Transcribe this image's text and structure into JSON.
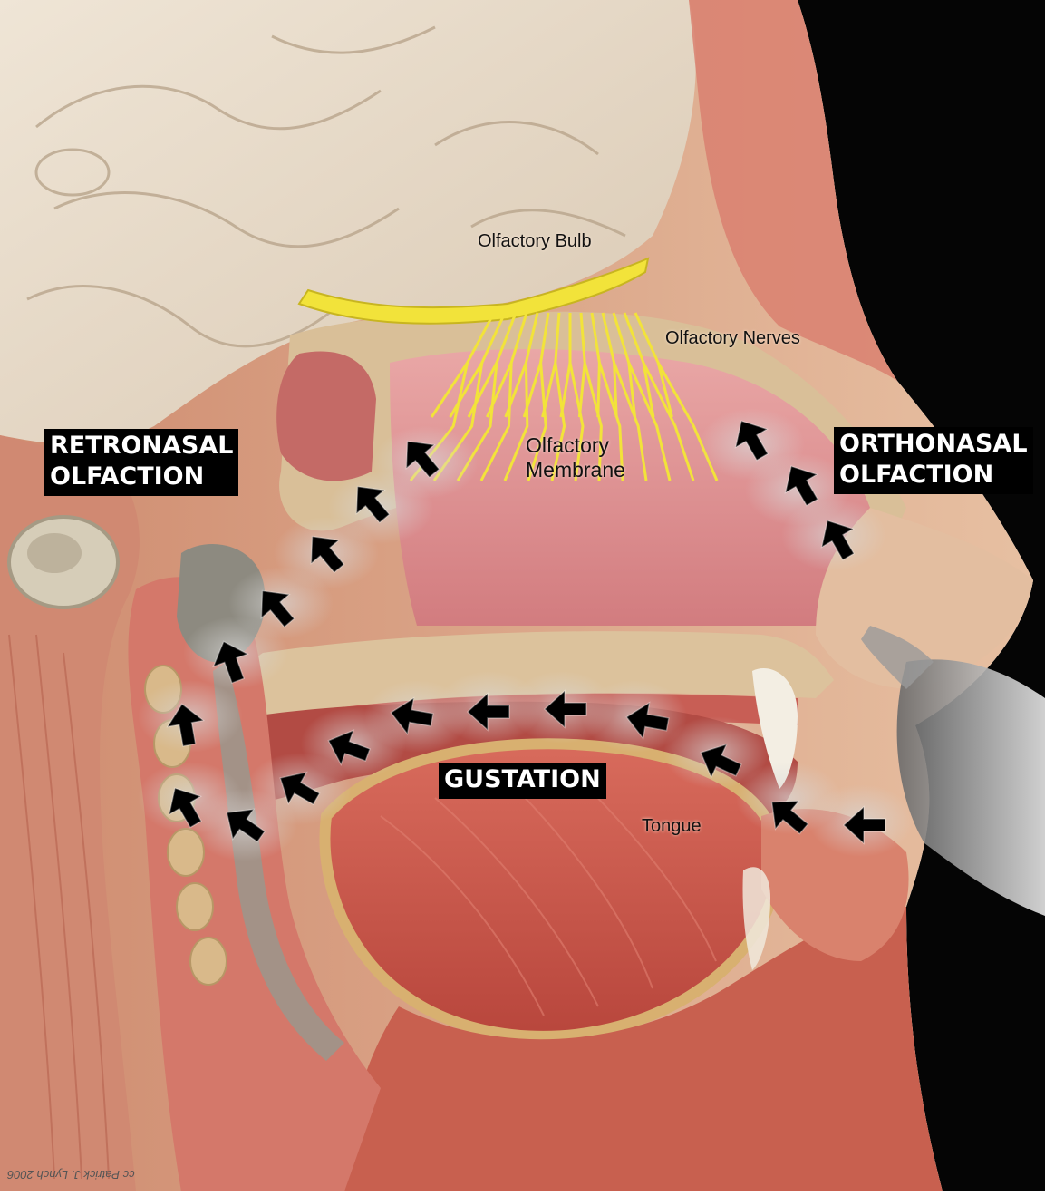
{
  "labels": {
    "olfactory_bulb": "Olfactory Bulb",
    "olfactory_nerves": "Olfactory Nerves",
    "olfactory_membrane_line1": "Olfactory",
    "olfactory_membrane_line2": "Membrane",
    "retronasal_line1": "RETRONASAL",
    "retronasal_line2": "OLFACTION",
    "orthonasal_line1": "ORTHONASAL",
    "orthonasal_line2": "OLFACTION",
    "gustation": "GUSTATION",
    "tongue": "Tongue",
    "credit": "cc Patrick J. Lynch 2006"
  },
  "colors": {
    "background": "#000000",
    "skin": "#e2b89c",
    "muscle": "#c9574a",
    "brain": "#e9dccb",
    "nasal_cavity": "#d8878a",
    "bone": "#d8c09a",
    "nerve": "#f2e33a",
    "arrow": "#000000",
    "airflow": "#b9b9b9"
  }
}
